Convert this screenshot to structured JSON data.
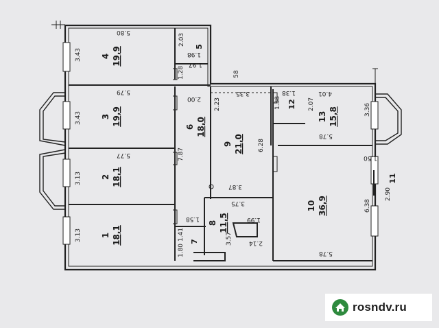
{
  "rooms": [
    {
      "id": "room-1",
      "number": "1",
      "area": "18,1"
    },
    {
      "id": "room-2",
      "number": "2",
      "area": "18,1"
    },
    {
      "id": "room-3",
      "number": "3",
      "area": "19,9"
    },
    {
      "id": "room-4",
      "number": "4",
      "area": "19,9"
    },
    {
      "id": "room-5",
      "number": "5",
      "area": ""
    },
    {
      "id": "room-6",
      "number": "6",
      "area": "18,0"
    },
    {
      "id": "room-7",
      "number": "7",
      "area": ""
    },
    {
      "id": "room-8",
      "number": "8",
      "area": "11,5"
    },
    {
      "id": "room-9",
      "number": "9",
      "area": "21,0"
    },
    {
      "id": "room-10",
      "number": "10",
      "area": "36,9"
    },
    {
      "id": "room-11",
      "number": "11",
      "area": ""
    },
    {
      "id": "room-12",
      "number": "12",
      "area": ""
    },
    {
      "id": "room-13",
      "number": "13",
      "area": "15,8"
    }
  ],
  "dimensions": [
    "5.80",
    "3.43",
    "2.03",
    "1.98",
    "1.97",
    "1.28",
    "58",
    "5.79",
    "3.43",
    "2.00",
    "2.23",
    "3.35",
    "1.38",
    "1.38",
    "4.01",
    "2.07",
    "3.36",
    "5.77",
    "3.13",
    "7.87",
    "6.28",
    "5.78",
    "1.50",
    "3.87",
    "3.75",
    "1.58",
    "1.99",
    "1.41",
    "1.80",
    "3.57",
    "2.14",
    "3.13",
    "5.78",
    "2.90",
    "6.38"
  ],
  "watermark": {
    "text": "rosndv.ru",
    "icon": "house-icon",
    "color": "#2e8a3e"
  }
}
